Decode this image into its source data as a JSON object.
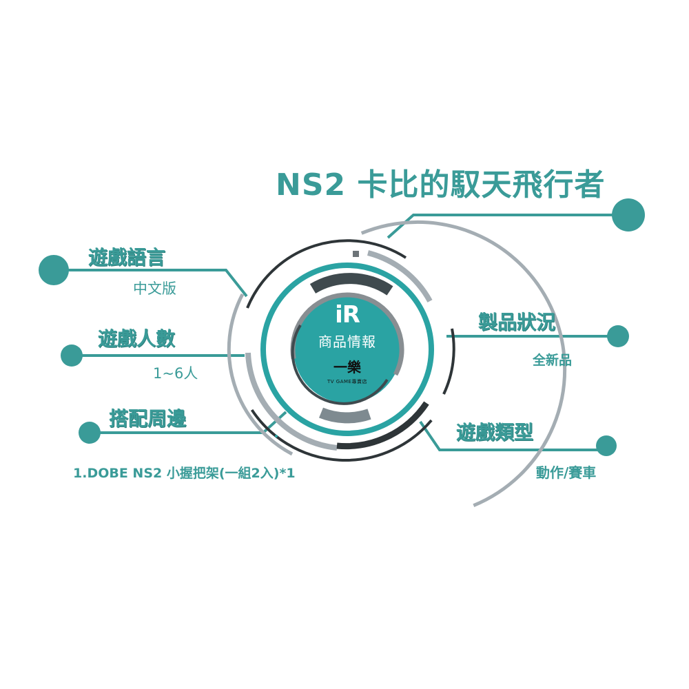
{
  "title": "NS2 卡比的馭天飛行者",
  "center": {
    "logo": "iR",
    "title": "商品情報",
    "brand": "一樂",
    "brand_sub": "TV GAME專賣店"
  },
  "items": [
    {
      "label": "遊戲語言",
      "value": "中文版"
    },
    {
      "label": "遊戲人數",
      "value": "1~6人"
    },
    {
      "label": "搭配周邊",
      "value": "1.DOBE NS2 小握把架(一組2入)*1"
    },
    {
      "label": "製品狀況",
      "value": "全新品"
    },
    {
      "label": "遊戲類型",
      "value": "動作/賽車"
    }
  ],
  "colors": {
    "teal": "#3a9b98",
    "teal_center": "#2aa3a3",
    "dark": "#2e3538",
    "grey": "#a4adb3",
    "mid_grey": "#7e8a90"
  }
}
